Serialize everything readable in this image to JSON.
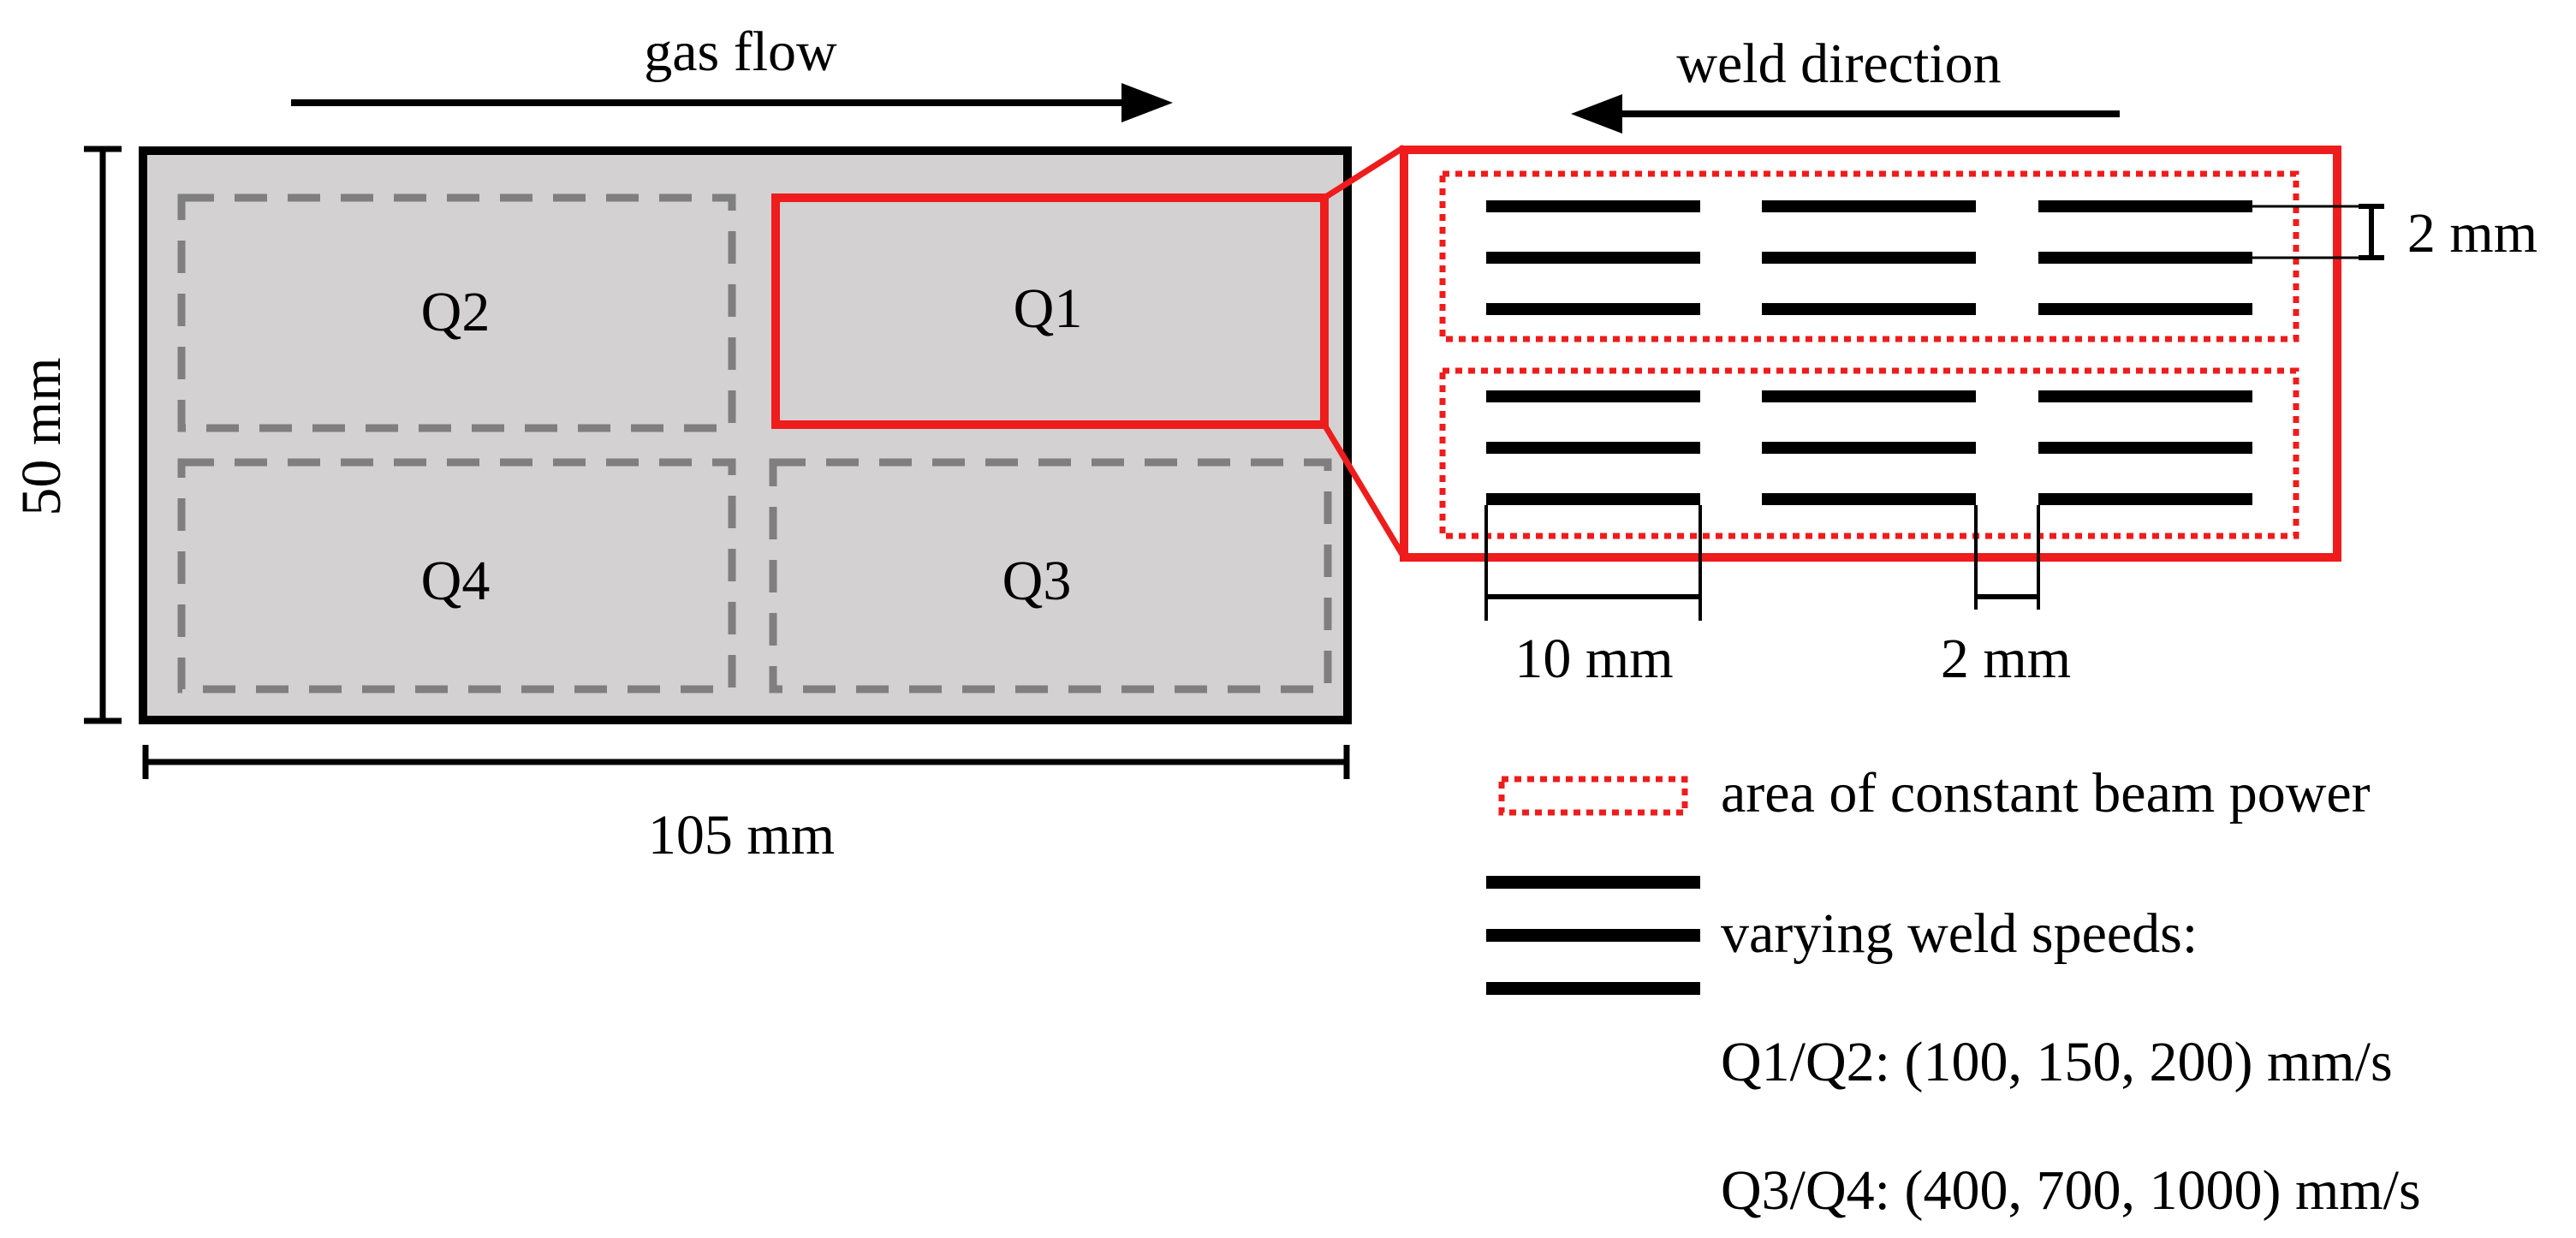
{
  "labels": {
    "gas_flow": "gas flow",
    "weld_direction": "weld direction",
    "height_dim": "50 mm",
    "width_dim": "105 mm",
    "quadrants": [
      "Q1",
      "Q2",
      "Q3",
      "Q4"
    ],
    "line_pitch": "2 mm",
    "weld_length": "10 mm",
    "weld_gap": "2 mm"
  },
  "legend": {
    "constant_power": "area of constant beam power",
    "varying_speeds": "varying weld speeds:",
    "q1q2": "Q1/Q2: (100, 150, 200) mm/s",
    "q3q4": "Q3/Q4: (400, 700, 1000) mm/s"
  },
  "colors": {
    "accent_red": "#ee1c1c",
    "plate_fill": "#d3d1d2",
    "dashed_gray": "#7f7f7f",
    "line_black": "#000000"
  }
}
